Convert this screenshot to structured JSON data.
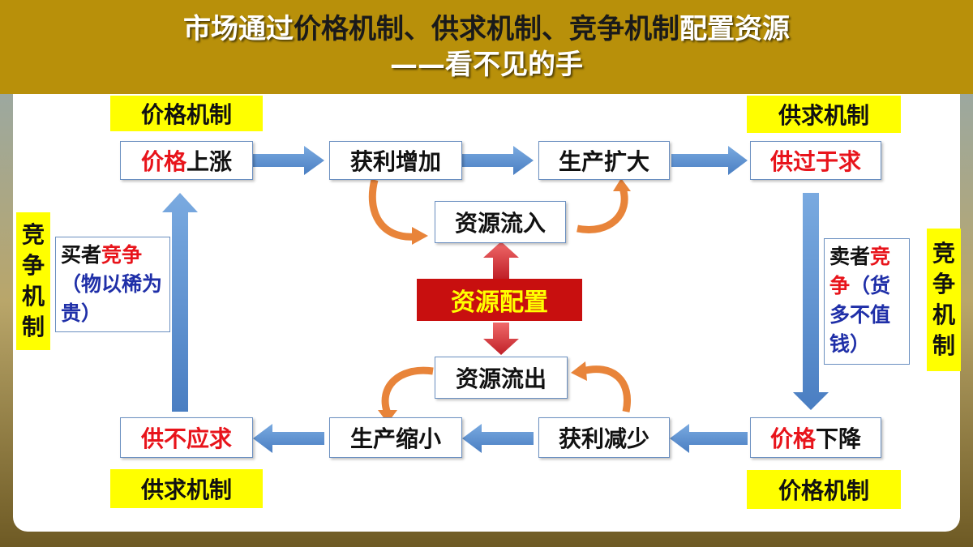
{
  "header": {
    "line1_a": "市场通过",
    "line1_b": "价格机制、供求机制、竞争机制",
    "line1_c": "配置资源",
    "line2": "——看不见的手"
  },
  "labels": {
    "top_left": "价格机制",
    "top_right": "供求机制",
    "bottom_left": "供求机制",
    "bottom_right": "价格机制",
    "left_vertical": [
      "竞",
      "争",
      "机",
      "制"
    ],
    "right_vertical": [
      "竞",
      "争",
      "机",
      "制"
    ]
  },
  "top_row": {
    "price_rise_red": "价格",
    "price_rise_black": "上涨",
    "profit_up": "获利增加",
    "production_up": "生产扩大",
    "supply_exceeds": "供过于求"
  },
  "bottom_row": {
    "supply_short": "供不应求",
    "production_down": "生产缩小",
    "profit_down": "获利减少",
    "price_fall_red": "价格",
    "price_fall_black": "下降"
  },
  "center": {
    "inflow": "资源流入",
    "allocation": "资源配置",
    "outflow": "资源流出"
  },
  "left_note": {
    "black": "买者",
    "red": "竞争",
    "blue": "（物以稀为贵）"
  },
  "right_note": {
    "black": "卖者",
    "red_1": "竞",
    "red_2": "争",
    "blue": "（货多不值钱）"
  },
  "colors": {
    "header_bg": "#b8900a",
    "label_bg": "#ffff00",
    "arrow_blue": "#5b8fd0",
    "arrow_orange": "#e8843a",
    "arrow_red": "#e0323a",
    "allocation_bg": "#c80f0f"
  }
}
